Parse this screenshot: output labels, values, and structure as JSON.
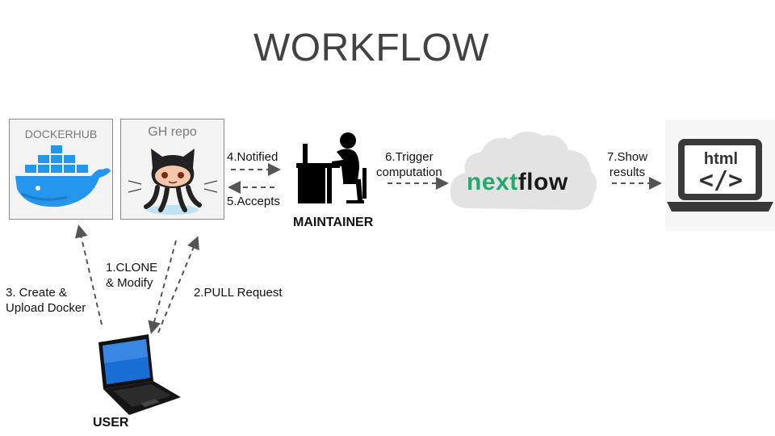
{
  "title": "WORKFLOW",
  "dockerhub": {
    "label": "DOCKERHUB"
  },
  "ghrepo": {
    "label": "GH repo"
  },
  "maintainer": {
    "label": "MAINTAINER"
  },
  "user": {
    "label": "USER"
  },
  "nextflow": {
    "part1": "next",
    "part2": "flow"
  },
  "html_icon": {
    "label": "html",
    "symbol": "</>"
  },
  "steps": {
    "clone": [
      "1.CLONE",
      "& Modify"
    ],
    "pull": "2.PULL Request",
    "upload": [
      "3. Create &",
      "Upload Docker"
    ],
    "notified": "4.Notified",
    "accepts": "5.Accepts",
    "trigger": [
      "6.Trigger",
      "computation"
    ],
    "show": [
      "7.Show",
      "results"
    ]
  },
  "colors": {
    "title": "#424242",
    "docker_blue": "#2496ed",
    "nextflow_green": "#25a86c",
    "arrow_gray": "#555555",
    "laptop_screen": "#1a6fd6"
  }
}
